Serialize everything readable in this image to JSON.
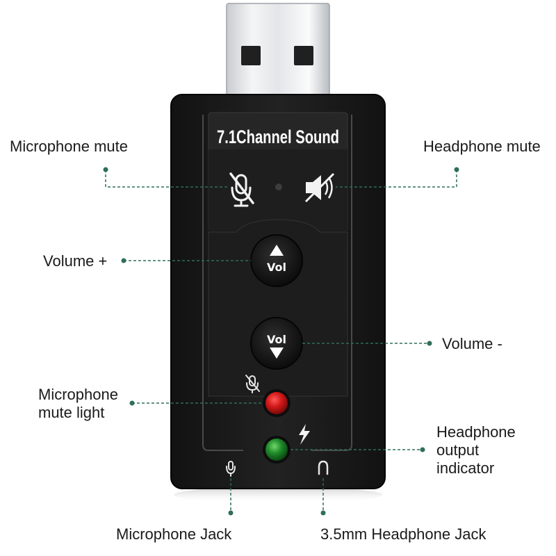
{
  "device": {
    "title": "7.1Channel Sound",
    "vol_up_text": "Vol",
    "vol_down_text": "Vol"
  },
  "colors": {
    "leader": "#2e6e5a",
    "body": "#1b1b1b",
    "mute_led": "#d31818",
    "output_led": "#1f8a2a"
  },
  "labels": {
    "microphone_mute": "Microphone mute",
    "headphone_mute": "Headphone mute",
    "volume_up": "Volume +",
    "volume_down": "Volume -",
    "microphone_mute_light": "Microphone\nmute light",
    "headphone_output_indicator": "Headphone\noutput\nindicator",
    "microphone_jack": "Microphone Jack",
    "headphone_jack": "3.5mm Headphone Jack"
  },
  "icons": {
    "mic_mute": "microphone-mute-icon",
    "speaker_mute": "speaker-mute-icon",
    "vol_up_arrow": "triangle-up-icon",
    "vol_down_arrow": "triangle-down-icon",
    "small_mic": "small-mic-icon",
    "lightning": "lightning-icon",
    "mic_jack_symbol": "mic-jack-icon",
    "headphone_jack_symbol": "headphone-jack-icon"
  }
}
